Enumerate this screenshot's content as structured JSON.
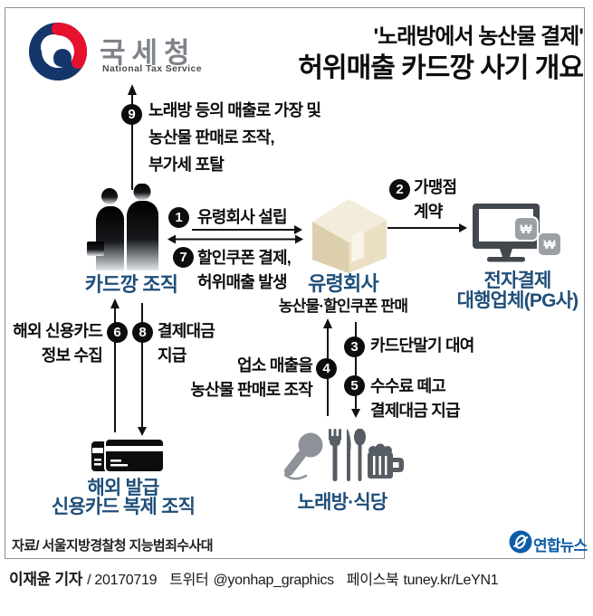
{
  "header": {
    "agency_name_ko": "국세청",
    "agency_name_en": "National Tax Service",
    "title_line1": "'노래방에서 농산물 결제'",
    "title_line2": "허위매출 카드깡 사기 개요"
  },
  "nodes": {
    "card_gang": "카드깡 조직",
    "ghost_company": "유령회사",
    "ghost_company_sub": "농산물·할인쿠폰 판매",
    "pg_line1": "전자결제",
    "pg_line2": "대행업체(PG사)",
    "clone_org_line1": "해외 발급",
    "clone_org_line2": "신용카드 복제 조직",
    "venue": "노래방·식당"
  },
  "steps": {
    "s1": {
      "num": "1",
      "line1": "유령회사 설립"
    },
    "s2": {
      "num": "2",
      "line1": "가맹점",
      "line2": "계약"
    },
    "s3": {
      "num": "3",
      "line1": "카드단말기 대여"
    },
    "s4": {
      "num": "4",
      "line1": "업소 매출을",
      "line2": "농산물 판매로 조작"
    },
    "s5": {
      "num": "5",
      "line1": "수수료 떼고",
      "line2": "결제대금 지급"
    },
    "s6": {
      "num": "6",
      "line1": "해외 신용카드",
      "line2": "정보 수집"
    },
    "s7": {
      "num": "7",
      "line1": "할인쿠폰 결제,",
      "line2": "허위매출 발생"
    },
    "s8": {
      "num": "8",
      "line1": "결제대금",
      "line2": "지급"
    },
    "s9": {
      "num": "9",
      "line1": "노래방 등의 매출로 가장 및",
      "line2": "농산물 판매로 조작,",
      "line3": "부가세 포탈"
    }
  },
  "icons": {
    "won_symbol": "₩"
  },
  "footer": {
    "source": "자료/ 서울지방경찰청 지능범죄수사대",
    "agency": "연합뉴스",
    "byline_name": "이재윤 기자",
    "byline_date": "/ 20170719",
    "twitter_label": "트위터",
    "twitter_handle": "@yonhap_graphics",
    "facebook_label": "페이스북",
    "facebook_url": "tuney.kr/LeYN1"
  },
  "colors": {
    "label_blue": "#1f4e79",
    "yonhap_blue": "#0d5ca9",
    "nts_navy": "#14366b",
    "nts_red": "#e8112d",
    "box_tan": "#eadfc2",
    "icon_gray": "#575d64"
  }
}
